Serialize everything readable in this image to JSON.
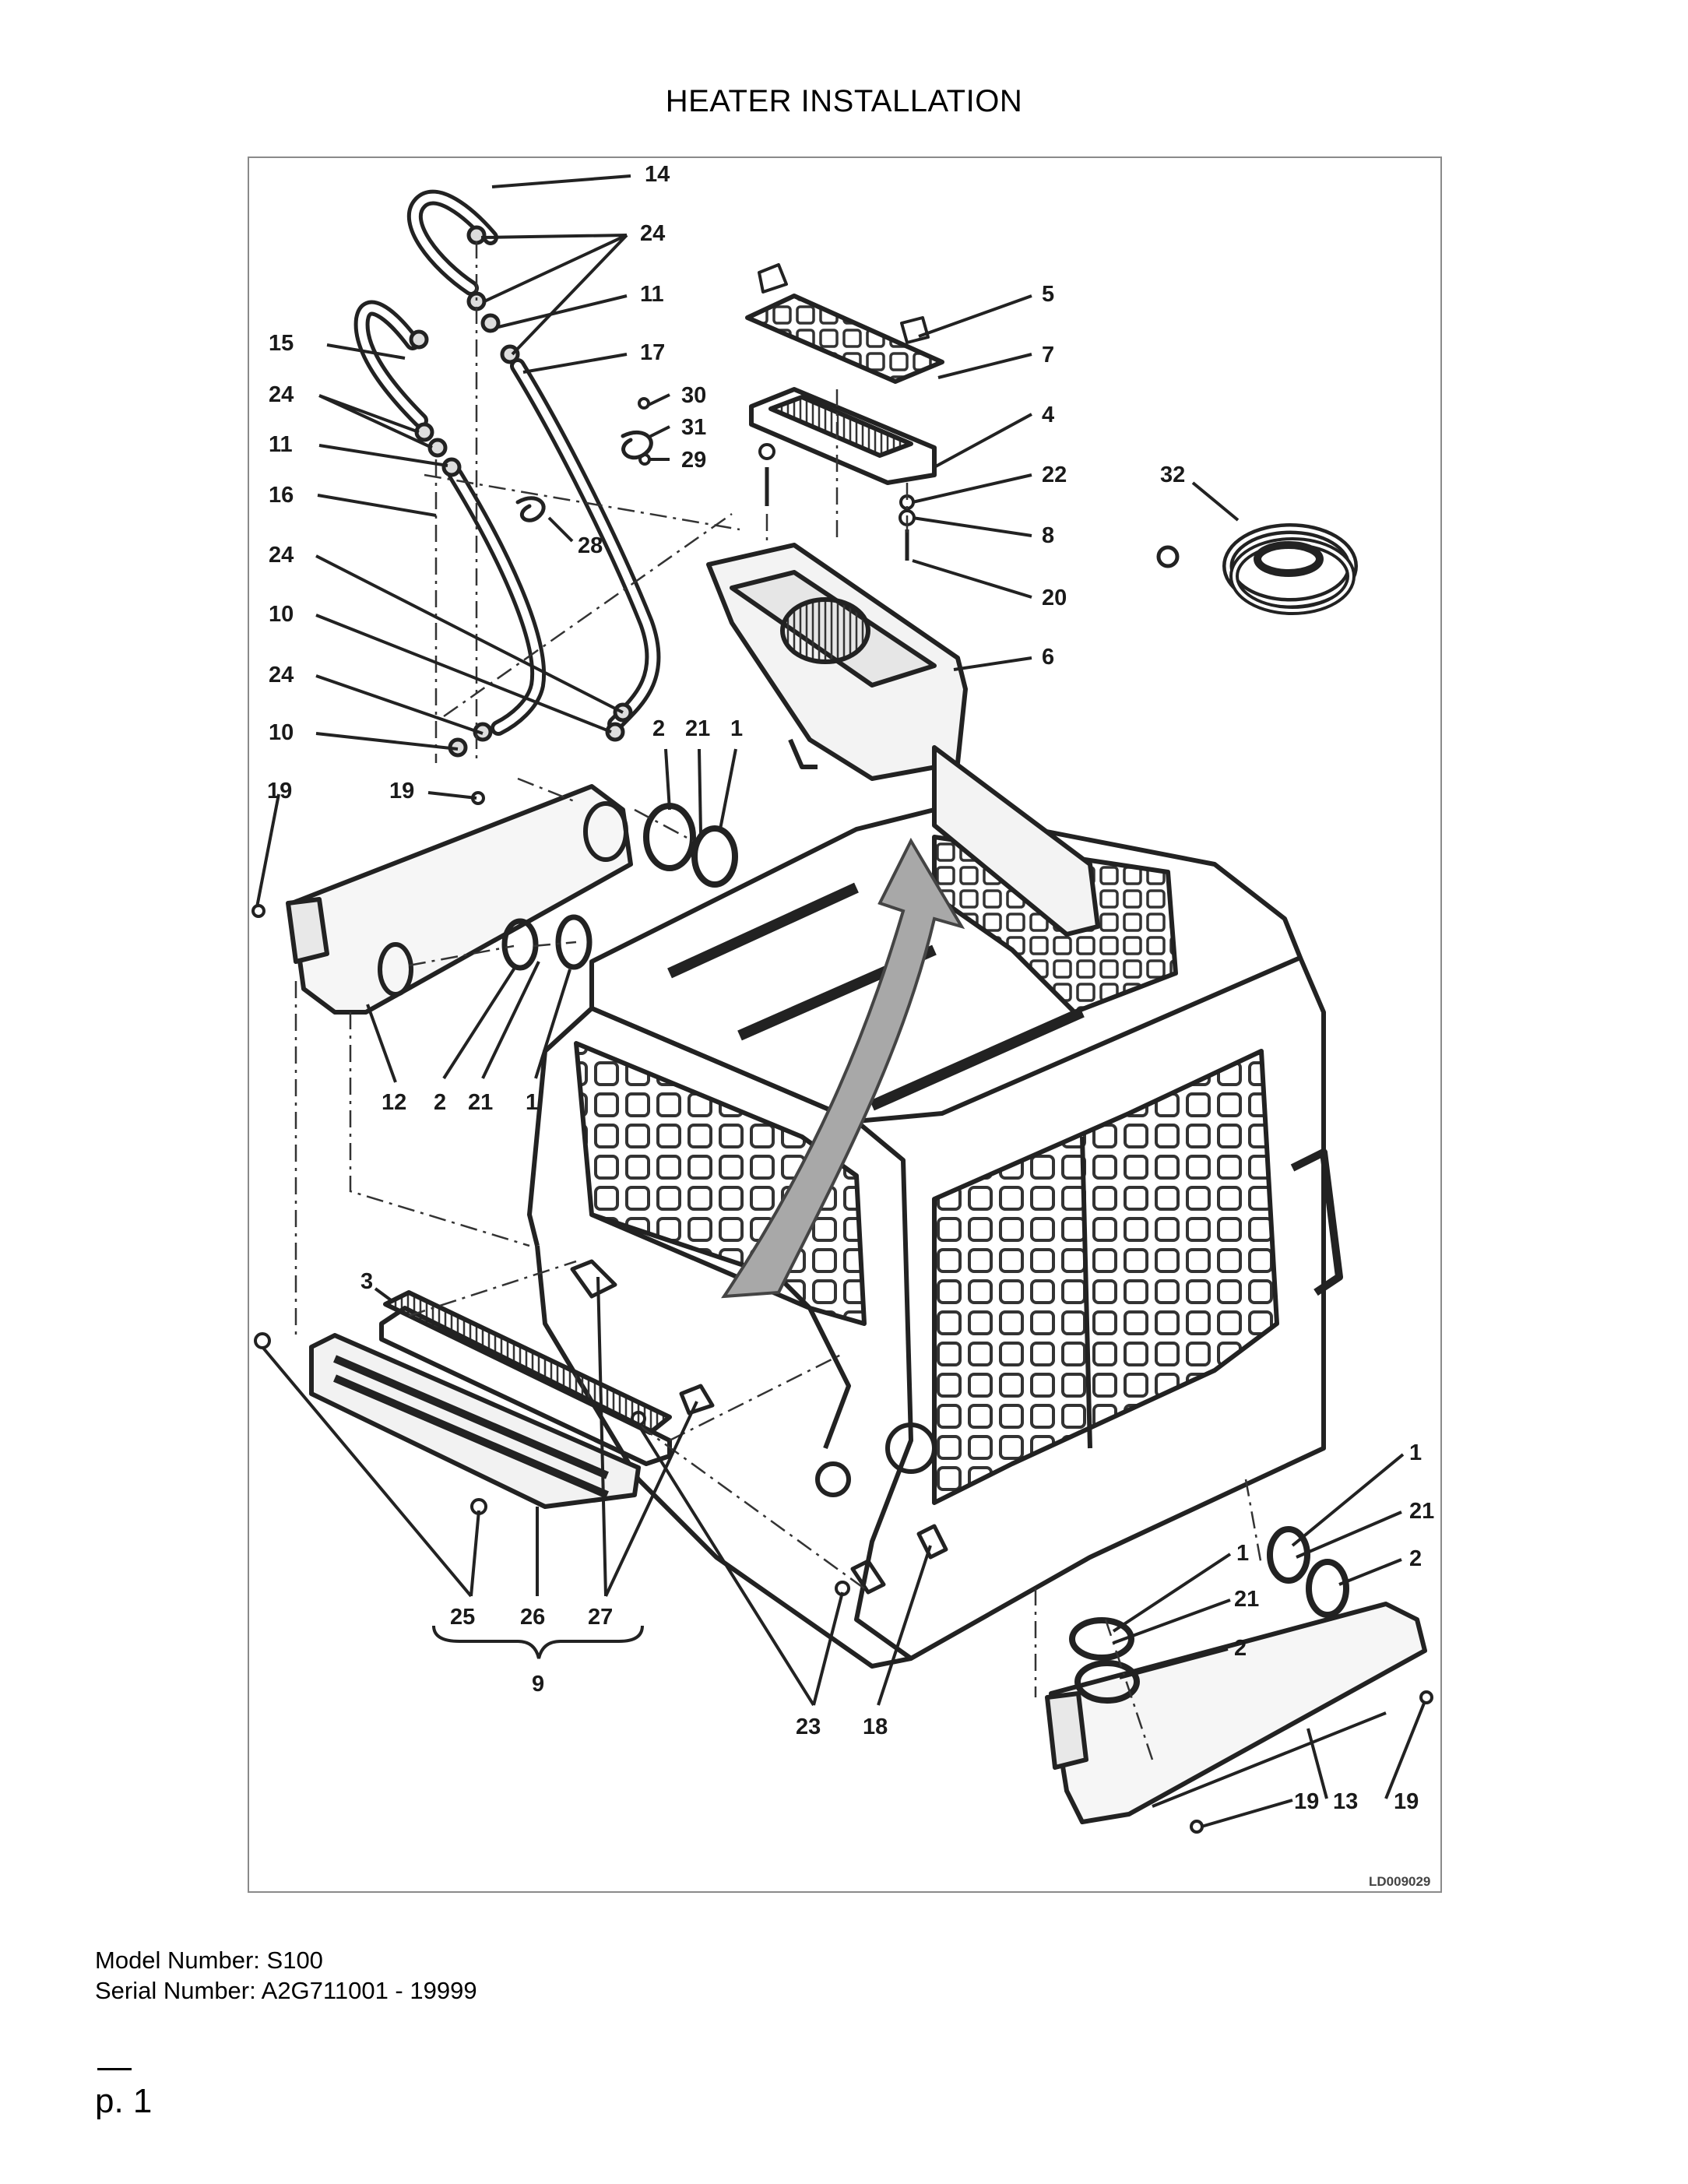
{
  "page": {
    "title": "HEATER INSTALLATION",
    "drawing_code": "LD009029",
    "model_line": "Model Number: S100",
    "serial_line": "Serial Number: A2G711001 - 19999",
    "page_number": "p. 1"
  },
  "callouts": [
    {
      "id": "c14",
      "label": "14"
    },
    {
      "id": "c24a",
      "label": "24"
    },
    {
      "id": "c11a",
      "label": "11"
    },
    {
      "id": "c17",
      "label": "17"
    },
    {
      "id": "c15",
      "label": "15"
    },
    {
      "id": "c24b",
      "label": "24"
    },
    {
      "id": "c11b",
      "label": "11"
    },
    {
      "id": "c16",
      "label": "16"
    },
    {
      "id": "c24c",
      "label": "24"
    },
    {
      "id": "c10a",
      "label": "10"
    },
    {
      "id": "c24d",
      "label": "24"
    },
    {
      "id": "c10b",
      "label": "10"
    },
    {
      "id": "c28",
      "label": "28"
    },
    {
      "id": "c30",
      "label": "30"
    },
    {
      "id": "c31",
      "label": "31"
    },
    {
      "id": "c29",
      "label": "29"
    },
    {
      "id": "c5",
      "label": "5"
    },
    {
      "id": "c7",
      "label": "7"
    },
    {
      "id": "c4",
      "label": "4"
    },
    {
      "id": "c22",
      "label": "22"
    },
    {
      "id": "c8",
      "label": "8"
    },
    {
      "id": "c20",
      "label": "20"
    },
    {
      "id": "c6",
      "label": "6"
    },
    {
      "id": "c32",
      "label": "32"
    },
    {
      "id": "c2a",
      "label": "2"
    },
    {
      "id": "c21a",
      "label": "21"
    },
    {
      "id": "c1a",
      "label": "1"
    },
    {
      "id": "c19a",
      "label": "19"
    },
    {
      "id": "c19b",
      "label": "19"
    },
    {
      "id": "c12",
      "label": "12"
    },
    {
      "id": "c2b",
      "label": "2"
    },
    {
      "id": "c21b",
      "label": "21"
    },
    {
      "id": "c1b",
      "label": "1"
    },
    {
      "id": "c3",
      "label": "3"
    },
    {
      "id": "c25",
      "label": "25"
    },
    {
      "id": "c26",
      "label": "26"
    },
    {
      "id": "c27",
      "label": "27"
    },
    {
      "id": "c9",
      "label": "9"
    },
    {
      "id": "c23",
      "label": "23"
    },
    {
      "id": "c18",
      "label": "18"
    },
    {
      "id": "c1c",
      "label": "1"
    },
    {
      "id": "c21c",
      "label": "21"
    },
    {
      "id": "c2c",
      "label": "2"
    },
    {
      "id": "c1d",
      "label": "1"
    },
    {
      "id": "c21d",
      "label": "21"
    },
    {
      "id": "c2d",
      "label": "2"
    },
    {
      "id": "c19c",
      "label": "19"
    },
    {
      "id": "c13",
      "label": "13"
    },
    {
      "id": "c19d",
      "label": "19"
    }
  ]
}
